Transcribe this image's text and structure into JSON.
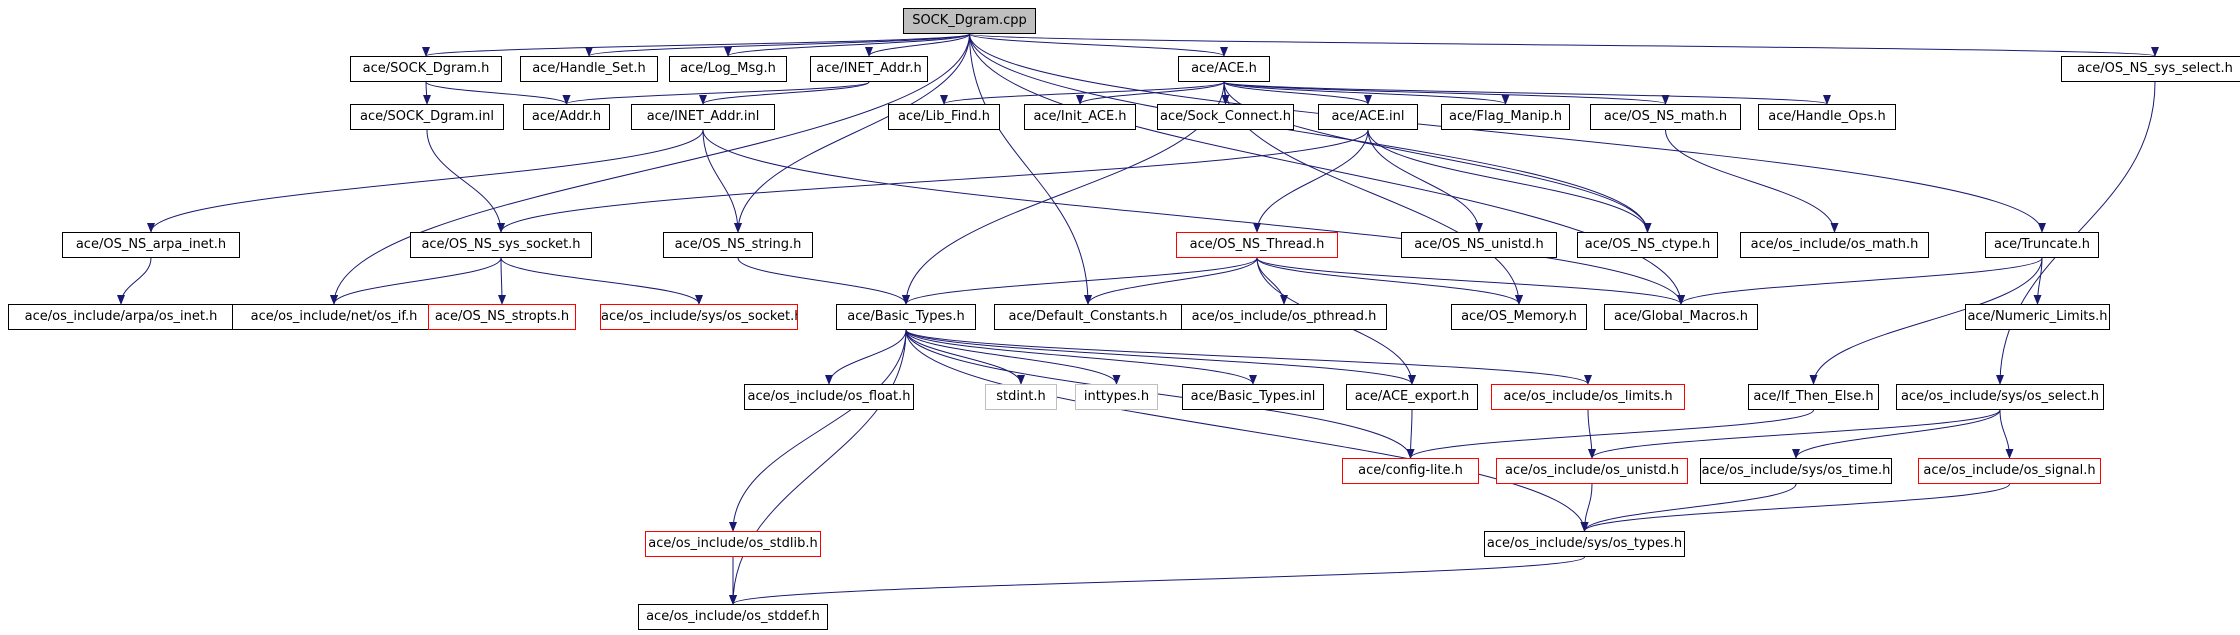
{
  "diagram": {
    "type": "include-dependency-graph",
    "colors": {
      "edge": "#191970",
      "node_border": "#000000",
      "node_border_incomplete": "#ff0000",
      "node_border_missing": "#bfbfbf",
      "root_fill": "#bfbfbf"
    },
    "nodes": [
      {
        "id": "sock_dgram_cpp",
        "label": "SOCK_Dgram.cpp",
        "style": "root"
      },
      {
        "id": "sock_dgram_h",
        "label": "ace/SOCK_Dgram.h",
        "style": "normal"
      },
      {
        "id": "handle_set_h",
        "label": "ace/Handle_Set.h",
        "style": "normal"
      },
      {
        "id": "log_msg_h",
        "label": "ace/Log_Msg.h",
        "style": "normal"
      },
      {
        "id": "inet_addr_h",
        "label": "ace/INET_Addr.h",
        "style": "normal"
      },
      {
        "id": "ace_h",
        "label": "ace/ACE.h",
        "style": "normal"
      },
      {
        "id": "os_ns_sys_select_h",
        "label": "ace/OS_NS_sys_select.h",
        "style": "normal"
      },
      {
        "id": "sock_dgram_inl",
        "label": "ace/SOCK_Dgram.inl",
        "style": "normal"
      },
      {
        "id": "addr_h",
        "label": "ace/Addr.h",
        "style": "normal"
      },
      {
        "id": "inet_addr_inl",
        "label": "ace/INET_Addr.inl",
        "style": "normal"
      },
      {
        "id": "lib_find_h",
        "label": "ace/Lib_Find.h",
        "style": "normal"
      },
      {
        "id": "init_ace_h",
        "label": "ace/Init_ACE.h",
        "style": "normal"
      },
      {
        "id": "sock_connect_h",
        "label": "ace/Sock_Connect.h",
        "style": "normal"
      },
      {
        "id": "ace_inl",
        "label": "ace/ACE.inl",
        "style": "normal"
      },
      {
        "id": "flag_manip_h",
        "label": "ace/Flag_Manip.h",
        "style": "normal"
      },
      {
        "id": "os_ns_math_h",
        "label": "ace/OS_NS_math.h",
        "style": "normal"
      },
      {
        "id": "handle_ops_h",
        "label": "ace/Handle_Ops.h",
        "style": "normal"
      },
      {
        "id": "os_ns_arpa_inet_h",
        "label": "ace/OS_NS_arpa_inet.h",
        "style": "normal"
      },
      {
        "id": "os_ns_sys_socket_h",
        "label": "ace/OS_NS_sys_socket.h",
        "style": "normal"
      },
      {
        "id": "os_ns_string_h",
        "label": "ace/OS_NS_string.h",
        "style": "normal"
      },
      {
        "id": "os_ns_thread_h",
        "label": "ace/OS_NS_Thread.h",
        "style": "red"
      },
      {
        "id": "os_ns_unistd_h",
        "label": "ace/OS_NS_unistd.h",
        "style": "normal"
      },
      {
        "id": "os_ns_ctype_h",
        "label": "ace/OS_NS_ctype.h",
        "style": "normal"
      },
      {
        "id": "os_include_os_math_h",
        "label": "ace/os_include/os_math.h",
        "style": "normal"
      },
      {
        "id": "truncate_h",
        "label": "ace/Truncate.h",
        "style": "normal"
      },
      {
        "id": "arpa_os_inet_h",
        "label": "ace/os_include/arpa/os_inet.h",
        "style": "normal"
      },
      {
        "id": "net_os_if_h",
        "label": "ace/os_include/net/os_if.h",
        "style": "normal"
      },
      {
        "id": "os_ns_stropts_h",
        "label": "ace/OS_NS_stropts.h",
        "style": "red"
      },
      {
        "id": "sys_os_socket_h",
        "label": "ace/os_include/sys/os_socket.h",
        "style": "red"
      },
      {
        "id": "basic_types_h",
        "label": "ace/Basic_Types.h",
        "style": "normal"
      },
      {
        "id": "default_constants_h",
        "label": "ace/Default_Constants.h",
        "style": "normal"
      },
      {
        "id": "os_pthread_h",
        "label": "ace/os_include/os_pthread.h",
        "style": "normal"
      },
      {
        "id": "os_memory_h",
        "label": "ace/OS_Memory.h",
        "style": "normal"
      },
      {
        "id": "global_macros_h",
        "label": "ace/Global_Macros.h",
        "style": "normal"
      },
      {
        "id": "numeric_limits_h",
        "label": "ace/Numeric_Limits.h",
        "style": "normal"
      },
      {
        "id": "os_float_h",
        "label": "ace/os_include/os_float.h",
        "style": "normal"
      },
      {
        "id": "stdint_h",
        "label": "stdint.h",
        "style": "gray"
      },
      {
        "id": "inttypes_h",
        "label": "inttypes.h",
        "style": "gray"
      },
      {
        "id": "basic_types_inl",
        "label": "ace/Basic_Types.inl",
        "style": "normal"
      },
      {
        "id": "ace_export_h",
        "label": "ace/ACE_export.h",
        "style": "normal"
      },
      {
        "id": "os_limits_h",
        "label": "ace/os_include/os_limits.h",
        "style": "red"
      },
      {
        "id": "if_then_else_h",
        "label": "ace/If_Then_Else.h",
        "style": "normal"
      },
      {
        "id": "sys_os_select_h",
        "label": "ace/os_include/sys/os_select.h",
        "style": "normal"
      },
      {
        "id": "config_lite_h",
        "label": "ace/config-lite.h",
        "style": "red"
      },
      {
        "id": "os_unistd_h",
        "label": "ace/os_include/os_unistd.h",
        "style": "red"
      },
      {
        "id": "sys_os_time_h",
        "label": "ace/os_include/sys/os_time.h",
        "style": "normal"
      },
      {
        "id": "os_signal_h",
        "label": "ace/os_include/os_signal.h",
        "style": "red"
      },
      {
        "id": "os_stdlib_h",
        "label": "ace/os_include/os_stdlib.h",
        "style": "red"
      },
      {
        "id": "sys_os_types_h",
        "label": "ace/os_include/sys/os_types.h",
        "style": "normal"
      },
      {
        "id": "os_stddef_h",
        "label": "ace/os_include/os_stddef.h",
        "style": "normal"
      }
    ],
    "edges": [
      [
        "sock_dgram_cpp",
        "sock_dgram_h"
      ],
      [
        "sock_dgram_cpp",
        "handle_set_h"
      ],
      [
        "sock_dgram_cpp",
        "log_msg_h"
      ],
      [
        "sock_dgram_cpp",
        "inet_addr_h"
      ],
      [
        "sock_dgram_cpp",
        "ace_h"
      ],
      [
        "sock_dgram_cpp",
        "os_ns_sys_select_h"
      ],
      [
        "sock_dgram_cpp",
        "net_os_if_h"
      ],
      [
        "sock_dgram_cpp",
        "os_ns_string_h"
      ],
      [
        "sock_dgram_cpp",
        "default_constants_h"
      ],
      [
        "sock_dgram_cpp",
        "truncate_h"
      ],
      [
        "sock_dgram_cpp",
        "os_ns_ctype_h"
      ],
      [
        "sock_dgram_cpp",
        "global_macros_h"
      ],
      [
        "sock_dgram_h",
        "sock_dgram_inl"
      ],
      [
        "sock_dgram_h",
        "addr_h"
      ],
      [
        "sock_dgram_inl",
        "os_ns_sys_socket_h"
      ],
      [
        "inet_addr_h",
        "addr_h"
      ],
      [
        "inet_addr_h",
        "inet_addr_inl"
      ],
      [
        "inet_addr_inl",
        "os_ns_arpa_inet_h"
      ],
      [
        "inet_addr_inl",
        "os_ns_string_h"
      ],
      [
        "inet_addr_inl",
        "global_macros_h"
      ],
      [
        "ace_h",
        "lib_find_h"
      ],
      [
        "ace_h",
        "init_ace_h"
      ],
      [
        "ace_h",
        "sock_connect_h"
      ],
      [
        "ace_h",
        "ace_inl"
      ],
      [
        "ace_h",
        "flag_manip_h"
      ],
      [
        "ace_h",
        "os_ns_math_h"
      ],
      [
        "ace_h",
        "handle_ops_h"
      ],
      [
        "ace_h",
        "os_ns_ctype_h"
      ],
      [
        "ace_h",
        "os_memory_h"
      ],
      [
        "ace_h",
        "basic_types_h"
      ],
      [
        "ace_inl",
        "os_ns_thread_h"
      ],
      [
        "ace_inl",
        "os_ns_unistd_h"
      ],
      [
        "ace_inl",
        "os_ns_ctype_h"
      ],
      [
        "ace_inl",
        "os_ns_sys_socket_h"
      ],
      [
        "os_ns_math_h",
        "os_include_os_math_h"
      ],
      [
        "os_ns_arpa_inet_h",
        "arpa_os_inet_h"
      ],
      [
        "os_ns_sys_socket_h",
        "net_os_if_h"
      ],
      [
        "os_ns_sys_socket_h",
        "os_ns_stropts_h"
      ],
      [
        "os_ns_sys_socket_h",
        "sys_os_socket_h"
      ],
      [
        "os_ns_string_h",
        "basic_types_h"
      ],
      [
        "os_ns_thread_h",
        "basic_types_h"
      ],
      [
        "os_ns_thread_h",
        "default_constants_h"
      ],
      [
        "os_ns_thread_h",
        "os_pthread_h"
      ],
      [
        "os_ns_thread_h",
        "os_memory_h"
      ],
      [
        "os_ns_thread_h",
        "global_macros_h"
      ],
      [
        "os_ns_thread_h",
        "ace_export_h"
      ],
      [
        "truncate_h",
        "global_macros_h"
      ],
      [
        "truncate_h",
        "numeric_limits_h"
      ],
      [
        "truncate_h",
        "if_then_else_h"
      ],
      [
        "os_ns_sys_select_h",
        "sys_os_select_h"
      ],
      [
        "basic_types_h",
        "os_float_h"
      ],
      [
        "basic_types_h",
        "stdint_h"
      ],
      [
        "basic_types_h",
        "inttypes_h"
      ],
      [
        "basic_types_h",
        "basic_types_inl"
      ],
      [
        "basic_types_h",
        "ace_export_h"
      ],
      [
        "basic_types_h",
        "os_limits_h"
      ],
      [
        "basic_types_h",
        "config_lite_h"
      ],
      [
        "basic_types_h",
        "os_stdlib_h"
      ],
      [
        "basic_types_h",
        "os_stddef_h"
      ],
      [
        "basic_types_h",
        "sys_os_types_h"
      ],
      [
        "ace_export_h",
        "config_lite_h"
      ],
      [
        "os_limits_h",
        "os_unistd_h"
      ],
      [
        "if_then_else_h",
        "config_lite_h"
      ],
      [
        "sys_os_select_h",
        "os_unistd_h"
      ],
      [
        "sys_os_select_h",
        "sys_os_time_h"
      ],
      [
        "sys_os_select_h",
        "os_signal_h"
      ],
      [
        "os_unistd_h",
        "sys_os_types_h"
      ],
      [
        "sys_os_time_h",
        "sys_os_types_h"
      ],
      [
        "os_signal_h",
        "sys_os_types_h"
      ],
      [
        "os_stdlib_h",
        "os_stddef_h"
      ],
      [
        "sys_os_types_h",
        "os_stddef_h"
      ]
    ]
  }
}
